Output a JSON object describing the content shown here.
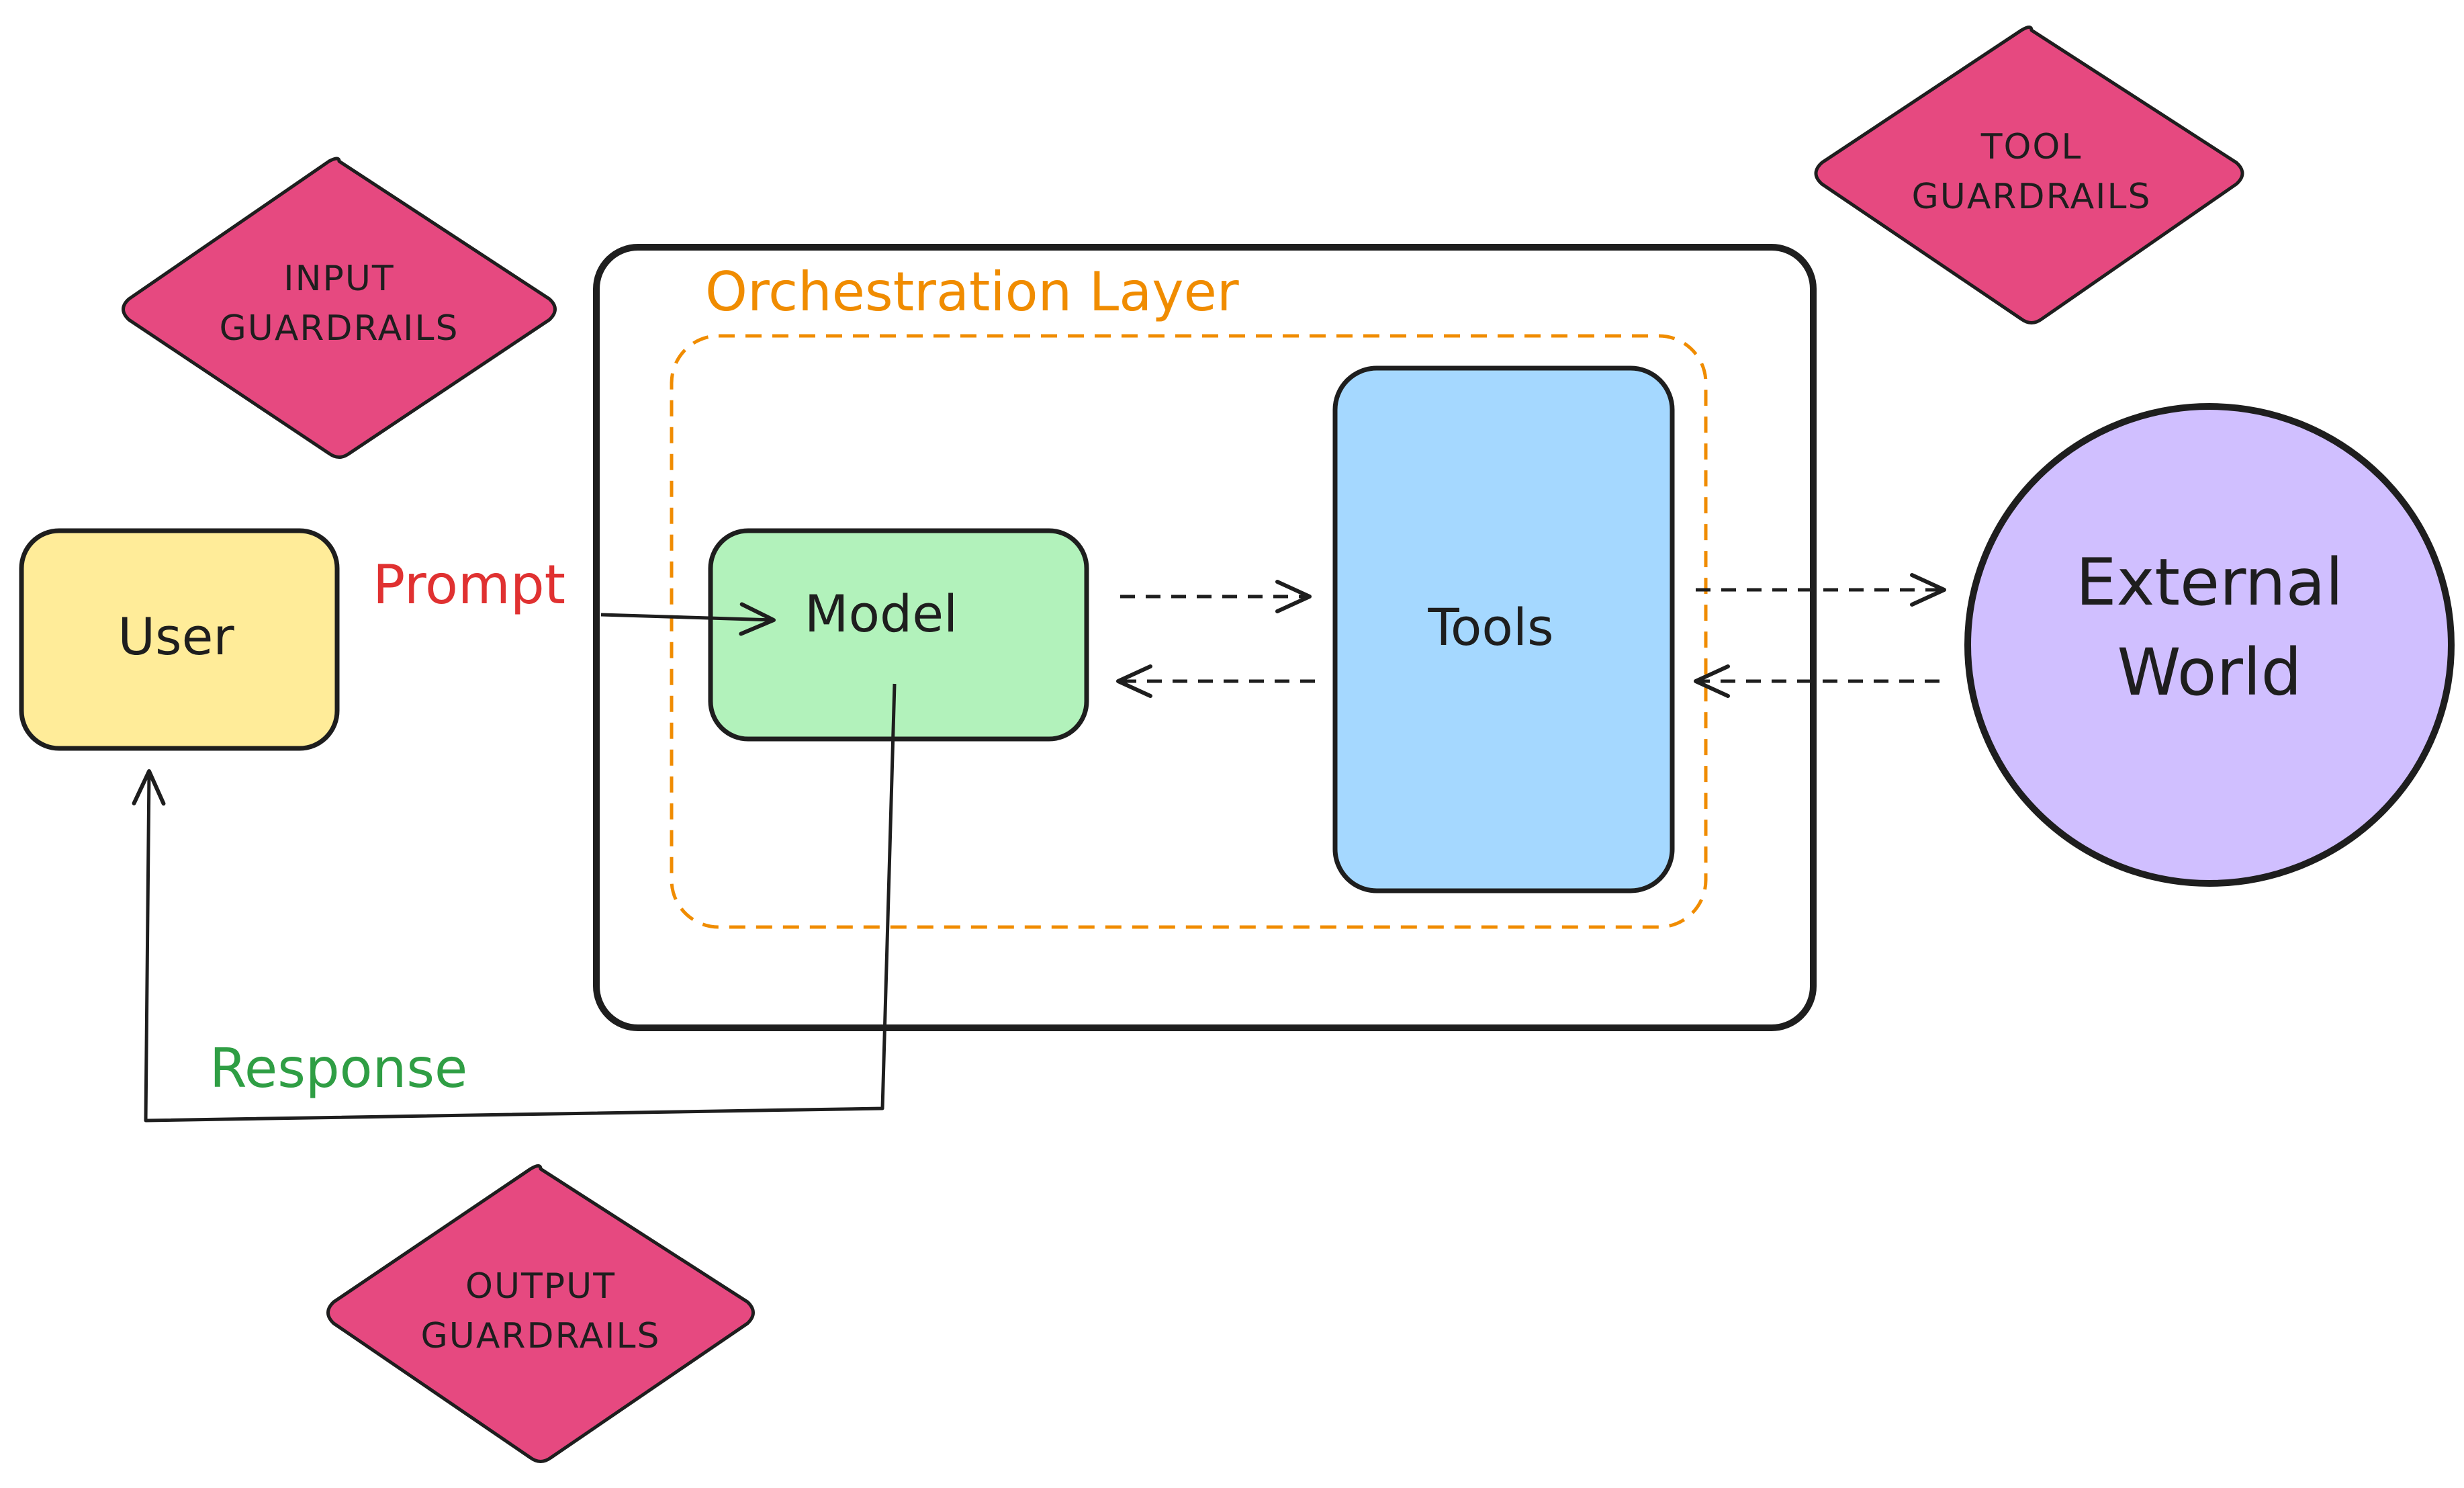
{
  "nodes": {
    "user": {
      "label": "User"
    },
    "model": {
      "label": "Model"
    },
    "tools": {
      "label": "Tools"
    },
    "external_world": {
      "line1": "External",
      "line2": "World"
    },
    "orchestration": {
      "label": "Orchestration Layer"
    }
  },
  "guardrails": {
    "input": {
      "line1": "INPUT",
      "line2": "GUARDRAILS"
    },
    "tool": {
      "line1": "TOOL",
      "line2": "GUARDRAILS"
    },
    "output": {
      "line1": "OUTPUT",
      "line2": "GUARDRAILS"
    }
  },
  "edges": {
    "prompt": {
      "label": "Prompt"
    },
    "response": {
      "label": "Response"
    }
  },
  "colors": {
    "user_fill": "#ffec99",
    "model_fill": "#b2f2bb",
    "tools_fill": "#a5d8ff",
    "external_fill": "#d0bfff",
    "guardrail_fill": "#e64980",
    "orchestration_accent": "#f08c00",
    "prompt_label": "#e03131",
    "response_label": "#2f9e44",
    "stroke": "#1e1e1e"
  }
}
